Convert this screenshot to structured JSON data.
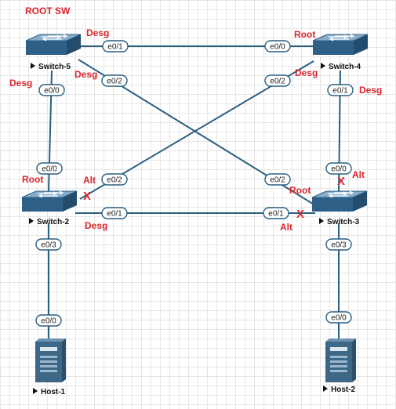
{
  "title": "ROOT SW",
  "colors": {
    "link": "#2a5f80",
    "stp_label": "#d9272e",
    "port_fill": "#ffffff",
    "port_stroke": "#2a5f80",
    "switch_top": "#7fa8c6",
    "switch_side": "#2e5f86",
    "server": "#3d6787"
  },
  "devices": {
    "sw5": {
      "name": "Switch-5",
      "icon": "switch-icon"
    },
    "sw4": {
      "name": "Switch-4",
      "icon": "switch-icon"
    },
    "sw2": {
      "name": "Switch-2",
      "icon": "switch-icon"
    },
    "sw3": {
      "name": "Switch-3",
      "icon": "switch-icon"
    },
    "h1": {
      "name": "Host-1",
      "icon": "server-icon"
    },
    "h2": {
      "name": "Host-2",
      "icon": "server-icon"
    }
  },
  "ports": {
    "sw5_e01": "e0/1",
    "sw4_e00": "e0/0",
    "sw5_e00": "e0/0",
    "sw5_e02": "e0/2",
    "sw4_e02": "e0/2",
    "sw4_e01": "e0/1",
    "sw2_e00": "e0/0",
    "sw2_e02": "e0/2",
    "sw3_e02": "e0/2",
    "sw3_e00": "e0/0",
    "sw2_e01": "e0/1",
    "sw3_e01": "e0/1",
    "sw2_e03": "e0/3",
    "sw3_e03": "e0/3",
    "h1_e00": "e0/0",
    "h2_e00": "e0/0"
  },
  "stp": {
    "sw5_desg_top": "Desg",
    "sw5_desg_left": "Desg",
    "sw5_desg_diag": "Desg",
    "sw4_root": "Root",
    "sw4_desg_diag": "Desg",
    "sw4_desg_right": "Desg",
    "sw2_root": "Root",
    "sw2_alt": "Alt",
    "sw2_desg": "Desg",
    "sw3_root": "Root",
    "sw3_alt_top": "Alt",
    "sw3_alt_bottom": "Alt"
  },
  "blocked_mark": "X"
}
